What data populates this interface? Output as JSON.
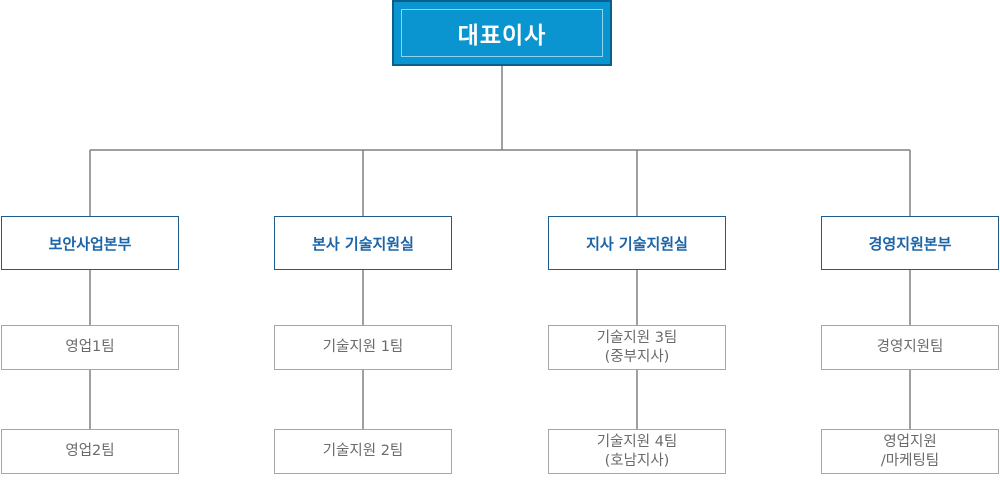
{
  "ceo": {
    "label": "대표이사"
  },
  "divisions": [
    {
      "label": "보안사업본부",
      "teams": [
        "영업1팀",
        "영업2팀"
      ]
    },
    {
      "label": "본사 기술지원실",
      "teams": [
        "기술지원 1팀",
        "기술지원 2팀"
      ]
    },
    {
      "label": "지사 기술지원실",
      "teams": [
        "기술지원 3팀\n(중부지사)",
        "기술지원 4팀\n(호남지사)"
      ]
    },
    {
      "label": "경영지원본부",
      "teams": [
        "경영지원팀",
        "영업지원\n/마케팅팀"
      ]
    }
  ],
  "colors": {
    "ceo_fill": "#0a95d0",
    "division_text": "#1b64a8",
    "team_text": "#6b6b6b"
  }
}
